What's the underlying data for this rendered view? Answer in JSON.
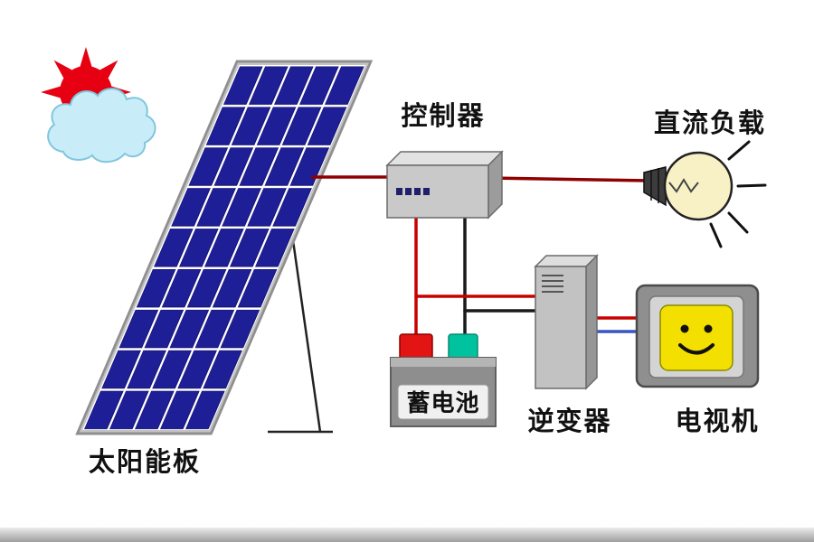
{
  "diagram": {
    "type": "off-grid-solar-power-system",
    "labels": {
      "solar_panel": "太阳能板",
      "controller": "控制器",
      "dc_load": "直流负载",
      "battery": "蓄电池",
      "inverter": "逆变器",
      "tv": "电视机"
    },
    "colors": {
      "sun": "#e60012",
      "cloud": "#c9edf8",
      "panel_cell": "#1e1e96",
      "panel_frame": "#9b9b9b",
      "box_gray": "#c9c9c9",
      "bulb": "#f8f1c6",
      "terminal_positive": "#e31414",
      "terminal_negative": "#00c29e",
      "screen_yellow": "#f4e000",
      "wire_red": "#c80000",
      "wire_dark_red": "#8f0000",
      "wire_black": "#1a1a1a",
      "wire_blue": "#3a55c0"
    },
    "connections": [
      {
        "from": "solar_panel",
        "to": "controller",
        "wires": [
          "dark_red"
        ]
      },
      {
        "from": "controller",
        "to": "dc_load",
        "wires": [
          "dark_red"
        ]
      },
      {
        "from": "controller",
        "to": "battery",
        "wires": [
          "red",
          "black"
        ]
      },
      {
        "from": "controller",
        "to": "inverter",
        "wires": [
          "red",
          "black"
        ]
      },
      {
        "from": "inverter",
        "to": "tv",
        "wires": [
          "red",
          "blue"
        ]
      }
    ]
  }
}
